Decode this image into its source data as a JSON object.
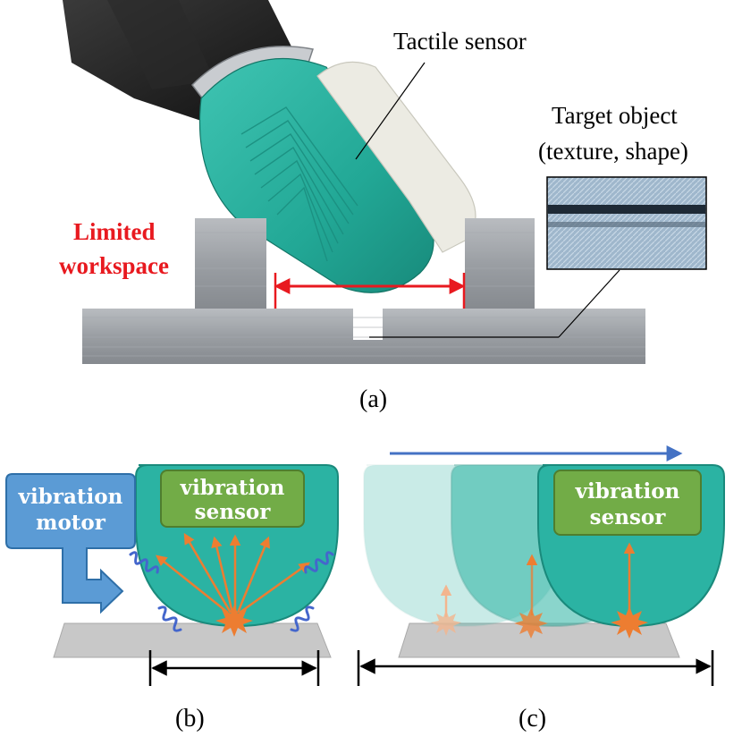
{
  "panel_a": {
    "caption": "(a)",
    "tactile_sensor_label": "Tactile sensor",
    "target_object_line1": "Target object",
    "target_object_line2": "(texture, shape)",
    "limited_line1": "Limited",
    "limited_line2": "workspace"
  },
  "panel_b": {
    "caption": "(b)",
    "motor_line1": "vibration",
    "motor_line2": "motor",
    "sensor_line1": "vibration",
    "sensor_line2": "sensor"
  },
  "panel_c": {
    "caption": "(c)",
    "sensor_line1": "vibration",
    "sensor_line2": "sensor"
  },
  "colors": {
    "sensor_body": "#2bb3a3",
    "sensor_outline": "#1a8a7c",
    "vibration_sensor_box": "#72ac47",
    "motor_box": "#5b9bd5",
    "arrow_orange": "#ed7d31",
    "wave_blue": "#4466cc",
    "limit_red": "#e8191f",
    "base_gray": "#c6c6c6"
  }
}
